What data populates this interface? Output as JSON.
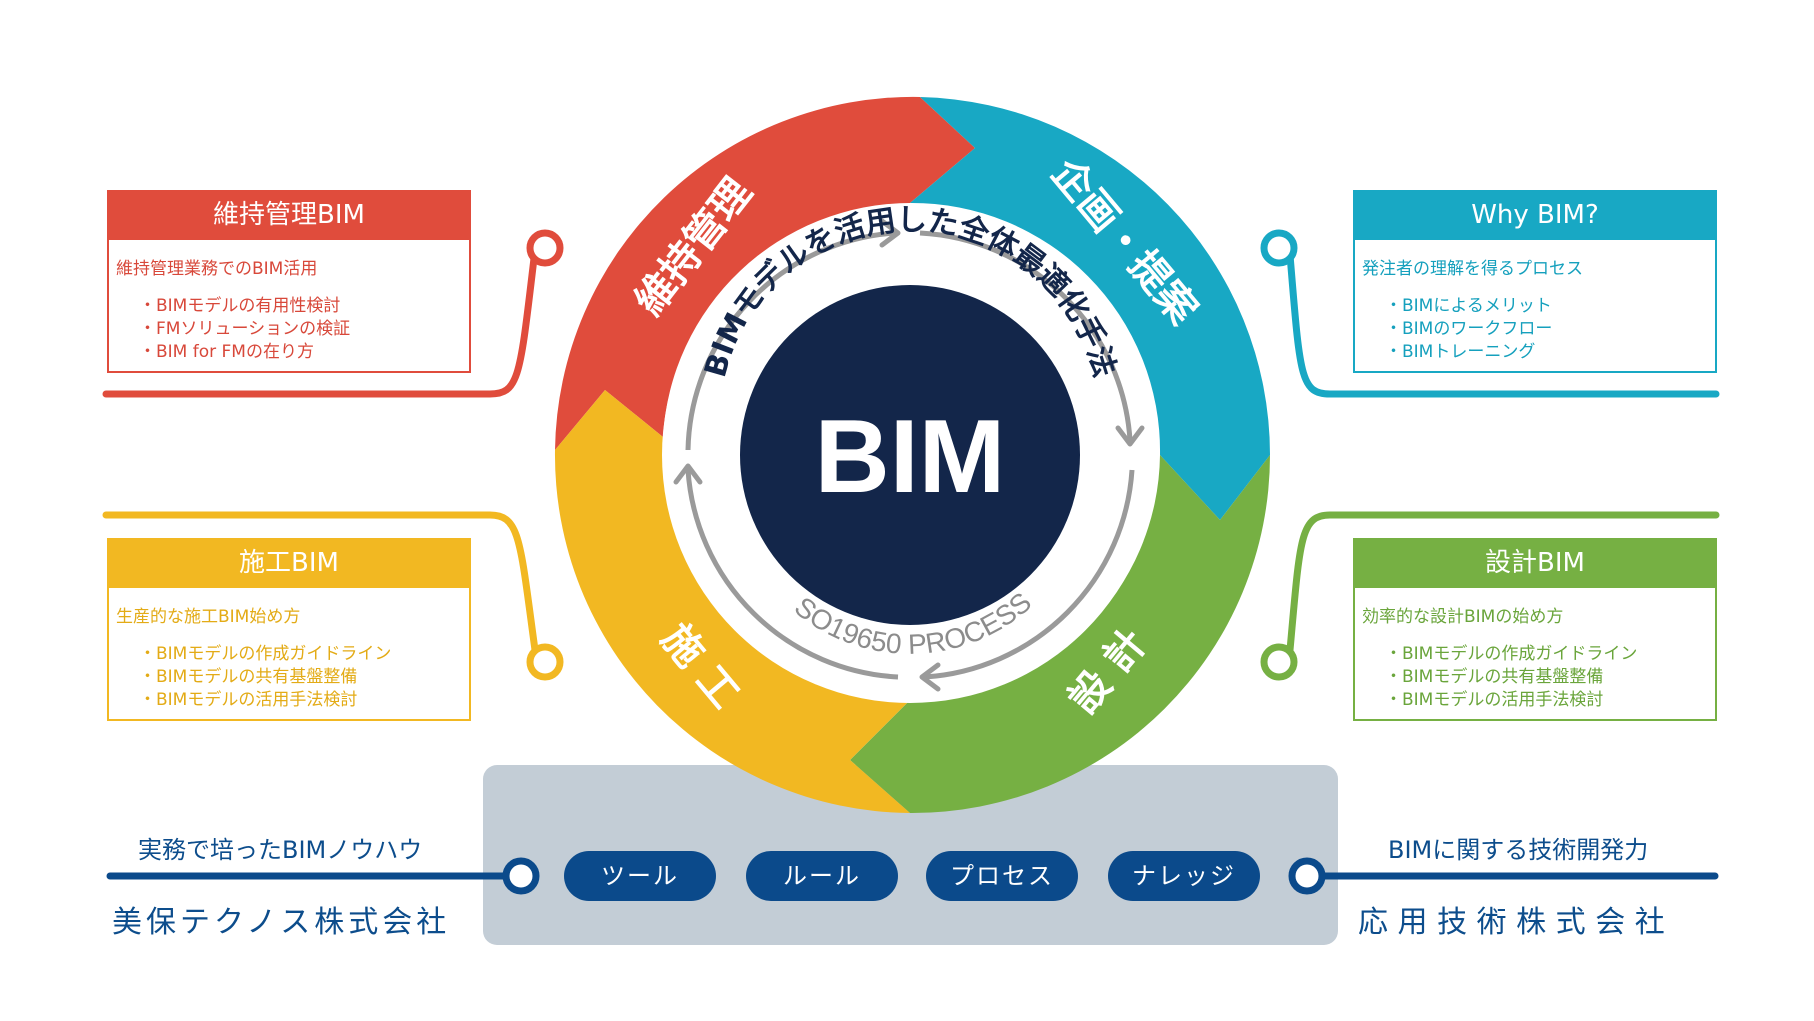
{
  "center": {
    "title": "BIM"
  },
  "ring": {
    "top_arc_text": "BIMモデルを活用した全体最適化手法",
    "bottom_arc_text": "ISO19650 PROCESS"
  },
  "segments": {
    "maintenance": {
      "label": "維持管理",
      "color": "#e04c3c"
    },
    "planning": {
      "label": "企画・提案",
      "color": "#18a8c4"
    },
    "design": {
      "label": "設 計",
      "color": "#76b043"
    },
    "construction": {
      "label": "施 工",
      "color": "#f2b822"
    }
  },
  "panels": {
    "maintenance": {
      "title": "維持管理BIM",
      "subtitle": "維持管理業務でのBIM活用",
      "items": [
        "BIMモデルの有用性検討",
        "FMソリューションの検証",
        "BIM for FMの在り方"
      ]
    },
    "why": {
      "title": "Why BIM?",
      "subtitle": "発注者の理解を得るプロセス",
      "items": [
        "BIMによるメリット",
        "BIMのワークフロー",
        "BIMトレーニング"
      ]
    },
    "construction": {
      "title": "施工BIM",
      "subtitle": "生産的な施工BIM始め方",
      "items": [
        "BIMモデルの作成ガイドライン",
        "BIMモデルの共有基盤整備",
        "BIMモデルの活用手法検討"
      ]
    },
    "design": {
      "title": "設計BIM",
      "subtitle": "効率的な設計BIMの始め方",
      "items": [
        "BIMモデルの作成ガイドライン",
        "BIMモデルの共有基盤整備",
        "BIMモデルの活用手法検討"
      ]
    }
  },
  "bottom": {
    "left_caption": "実務で培ったBIMノウハウ",
    "left_company": "美保テクノス株式会社",
    "right_caption": "BIMに関する技術開発力",
    "right_company": "応 用 技 術 株 式 会 社",
    "pills": [
      "ツール",
      "ルール",
      "プロセス",
      "ナレッジ"
    ]
  }
}
